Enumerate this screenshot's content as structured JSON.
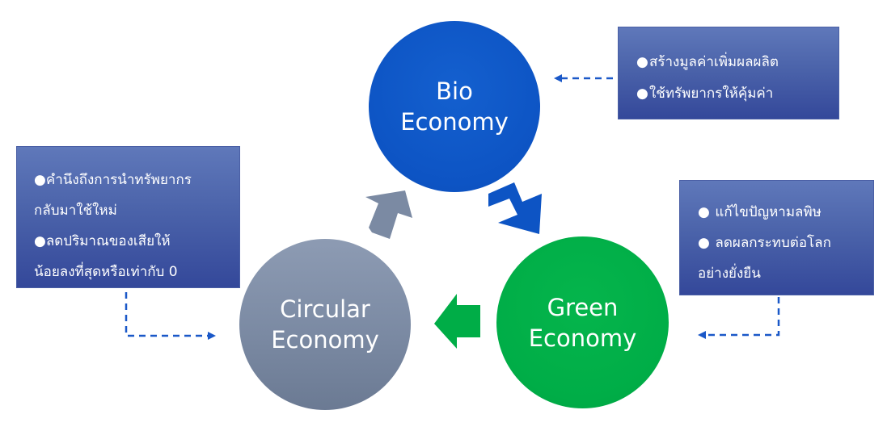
{
  "nodes": {
    "bio": {
      "line1": "Bio",
      "line2": "Economy",
      "color": "#0d54c4"
    },
    "green": {
      "line1": "Green",
      "line2": "Economy",
      "color": "#00ad47"
    },
    "circular": {
      "line1": "Circular",
      "line2": "Economy",
      "color": "#7b8aa3"
    }
  },
  "boxes": {
    "bio": [
      "สร้างมูลค่าเพิ่มผลผลิต",
      "ใช้ทรัพยากรให้คุ้มค่า"
    ],
    "green": [
      "แก้ไขปัญหามลพิษ",
      "ลดผลกระทบต่อโลก",
      "อย่างยั่งยืน"
    ],
    "circular": [
      "คำนึงถึงการนำทรัพยากร",
      "กลับมาใช้ใหม่",
      "ลดปริมาณของเสียให้",
      "น้อยลงที่สุดหรือเท่ากับ 0"
    ]
  },
  "bullet_glyph": "●",
  "colors": {
    "box_fill": "#4b63aa",
    "dashed_connector": "#1a58c8",
    "arrow_bio_to_green": "#0d54c4",
    "arrow_green_to_circular": "#00ad47",
    "arrow_circular_to_bio": "#7b8aa3"
  }
}
